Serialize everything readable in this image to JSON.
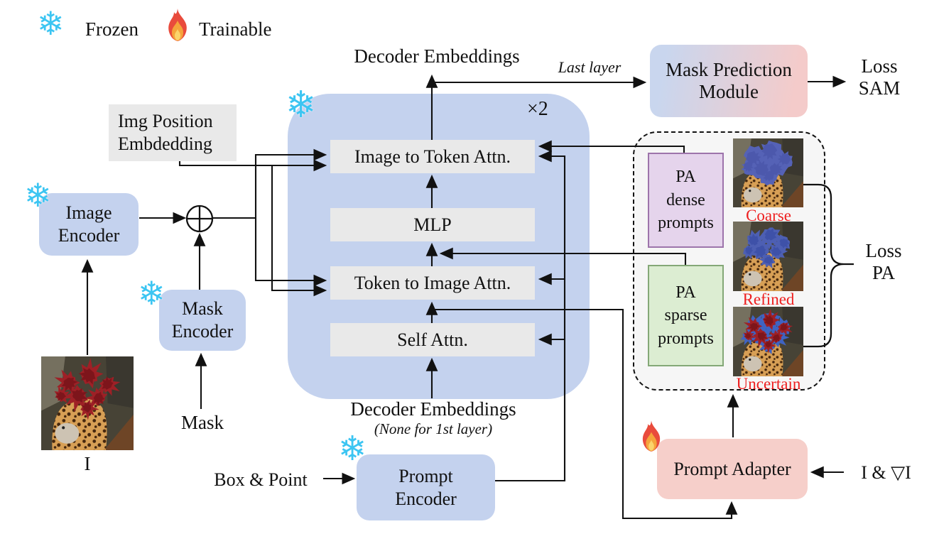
{
  "legend": {
    "frozen": "Frozen",
    "trainable": "Trainable"
  },
  "top": {
    "decoder_embeddings": "Decoder Embeddings",
    "last_layer": "Last layer",
    "mask_prediction_line1": "Mask Prediction",
    "mask_prediction_line2": "Module",
    "loss_sam_line1": "Loss",
    "loss_sam_line2": "SAM"
  },
  "left": {
    "img_position_line1": "Img Position",
    "img_position_line2": "Embdedding",
    "image_encoder_line1": "Image",
    "image_encoder_line2": "Encoder",
    "mask_encoder_line1": "Mask",
    "mask_encoder_line2": "Encoder",
    "input_image_label": "I",
    "mask_label": "Mask"
  },
  "decoder": {
    "times": "×2",
    "image_to_token": "Image to Token Attn.",
    "mlp": "MLP",
    "token_to_image": "Token to Image Attn.",
    "self_attn": "Self Attn.",
    "decoder_embeddings_bottom": "Decoder Embeddings",
    "none_note": "(None for 1st layer)"
  },
  "prompt": {
    "box_point": "Box & Point",
    "prompt_encoder_line1": "Prompt",
    "prompt_encoder_line2": "Encoder"
  },
  "adapter_group": {
    "pa_dense": [
      "PA",
      "dense",
      "prompts"
    ],
    "pa_sparse": [
      "PA",
      "sparse",
      "prompts"
    ],
    "images": [
      {
        "label": "Coarse"
      },
      {
        "label": "Refined"
      },
      {
        "label": "Uncertain"
      }
    ],
    "loss_pa_line1": "Loss",
    "loss_pa_line2": "PA",
    "prompt_adapter": "Prompt Adapter",
    "input_grad": "I & ▽I"
  },
  "colors": {
    "frozen_icon": "#3cc5f2",
    "decoder_block_blue": "#c4d2ee",
    "module_gray": "#e9e9e9",
    "adapter_pink": "#f6cfca",
    "mask_pred_gradient_left": "#c9d6ee",
    "mask_pred_gradient_right": "#f4cbca",
    "pa_dense_fill": "#e5d4ec",
    "pa_dense_border": "#9d74ab",
    "pa_sparse_fill": "#dcedd2",
    "pa_sparse_border": "#84a877",
    "annotation_red": "#ee1f1f"
  }
}
